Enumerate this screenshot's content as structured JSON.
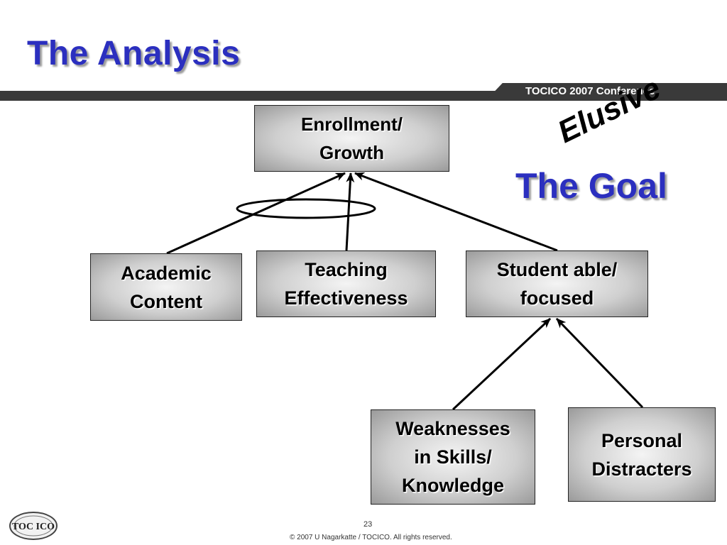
{
  "slide": {
    "title": "The Analysis",
    "conference": "TOCICO 2007 Conference",
    "page_number": "23",
    "copyright": "© 2007 U Nagarkatte / TOCICO. All rights reserved.",
    "logo_text": "TOC ICO"
  },
  "diagram": {
    "nodes": {
      "goal": "Enrollment/\nGrowth",
      "academic": "Academic\nContent",
      "teaching": "Teaching\nEffectiveness",
      "student": "Student able/\nfocused",
      "weaknesses": "Weaknesses\nin Skills/\nKnowledge",
      "personal": "Personal\nDistracters"
    },
    "annotations": {
      "the_goal": "The Goal",
      "elusive": "Elusive"
    }
  },
  "colors": {
    "title_blue": "#2b2fbf",
    "header_bar": "#3a3a3a",
    "node_border": "#222222"
  }
}
